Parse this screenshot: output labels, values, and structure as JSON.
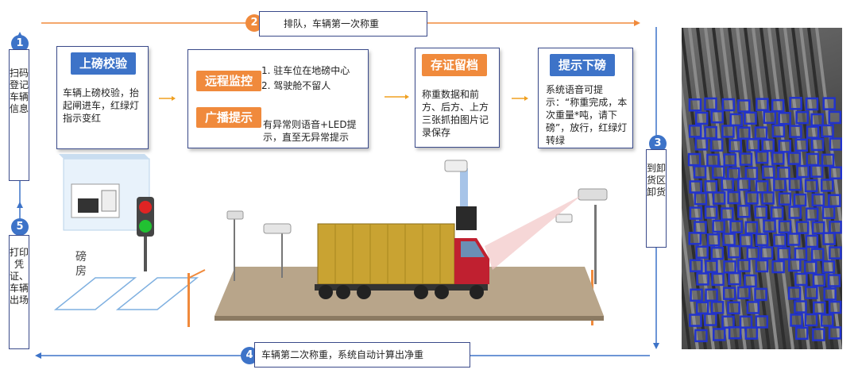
{
  "steps": {
    "s1": {
      "num": "1",
      "text": "扫码登记车辆信息"
    },
    "s2": {
      "num": "2",
      "text": "排队，车辆第一次称重"
    },
    "s3": {
      "num": "3",
      "text": "到卸货区卸货"
    },
    "s4": {
      "num": "4",
      "text": "车辆第二次称重，系统自动计算出净重"
    },
    "s5": {
      "num": "5",
      "text": "打印凭证、车辆出场"
    }
  },
  "cards": {
    "c1": {
      "title": "上磅校验",
      "body": "车辆上磅校验，抬起闸进车，红绿灯指示变红"
    },
    "c2": {
      "badge1": "远程监控",
      "line1": "1. 驻车位在地磅中心",
      "line2": "2. 驾驶舱不留人",
      "badge2": "广播提示",
      "line3": "有异常则语音+LED提示，直至无异常提示"
    },
    "c3": {
      "title": "存证留档",
      "body": "称重数据和前方、后方、上方三张抓拍图片记录保存"
    },
    "c4": {
      "title": "提示下磅",
      "body": "系统语音可提示：“称重完成，本次重量*吨，请下磅”，放行，红绿灯转绿"
    }
  },
  "scene": {
    "booth_label": "磅房"
  },
  "colors": {
    "accent_blue": "#3d73c8",
    "accent_orange": "#f08a3c",
    "box_red": "#2233cc"
  }
}
